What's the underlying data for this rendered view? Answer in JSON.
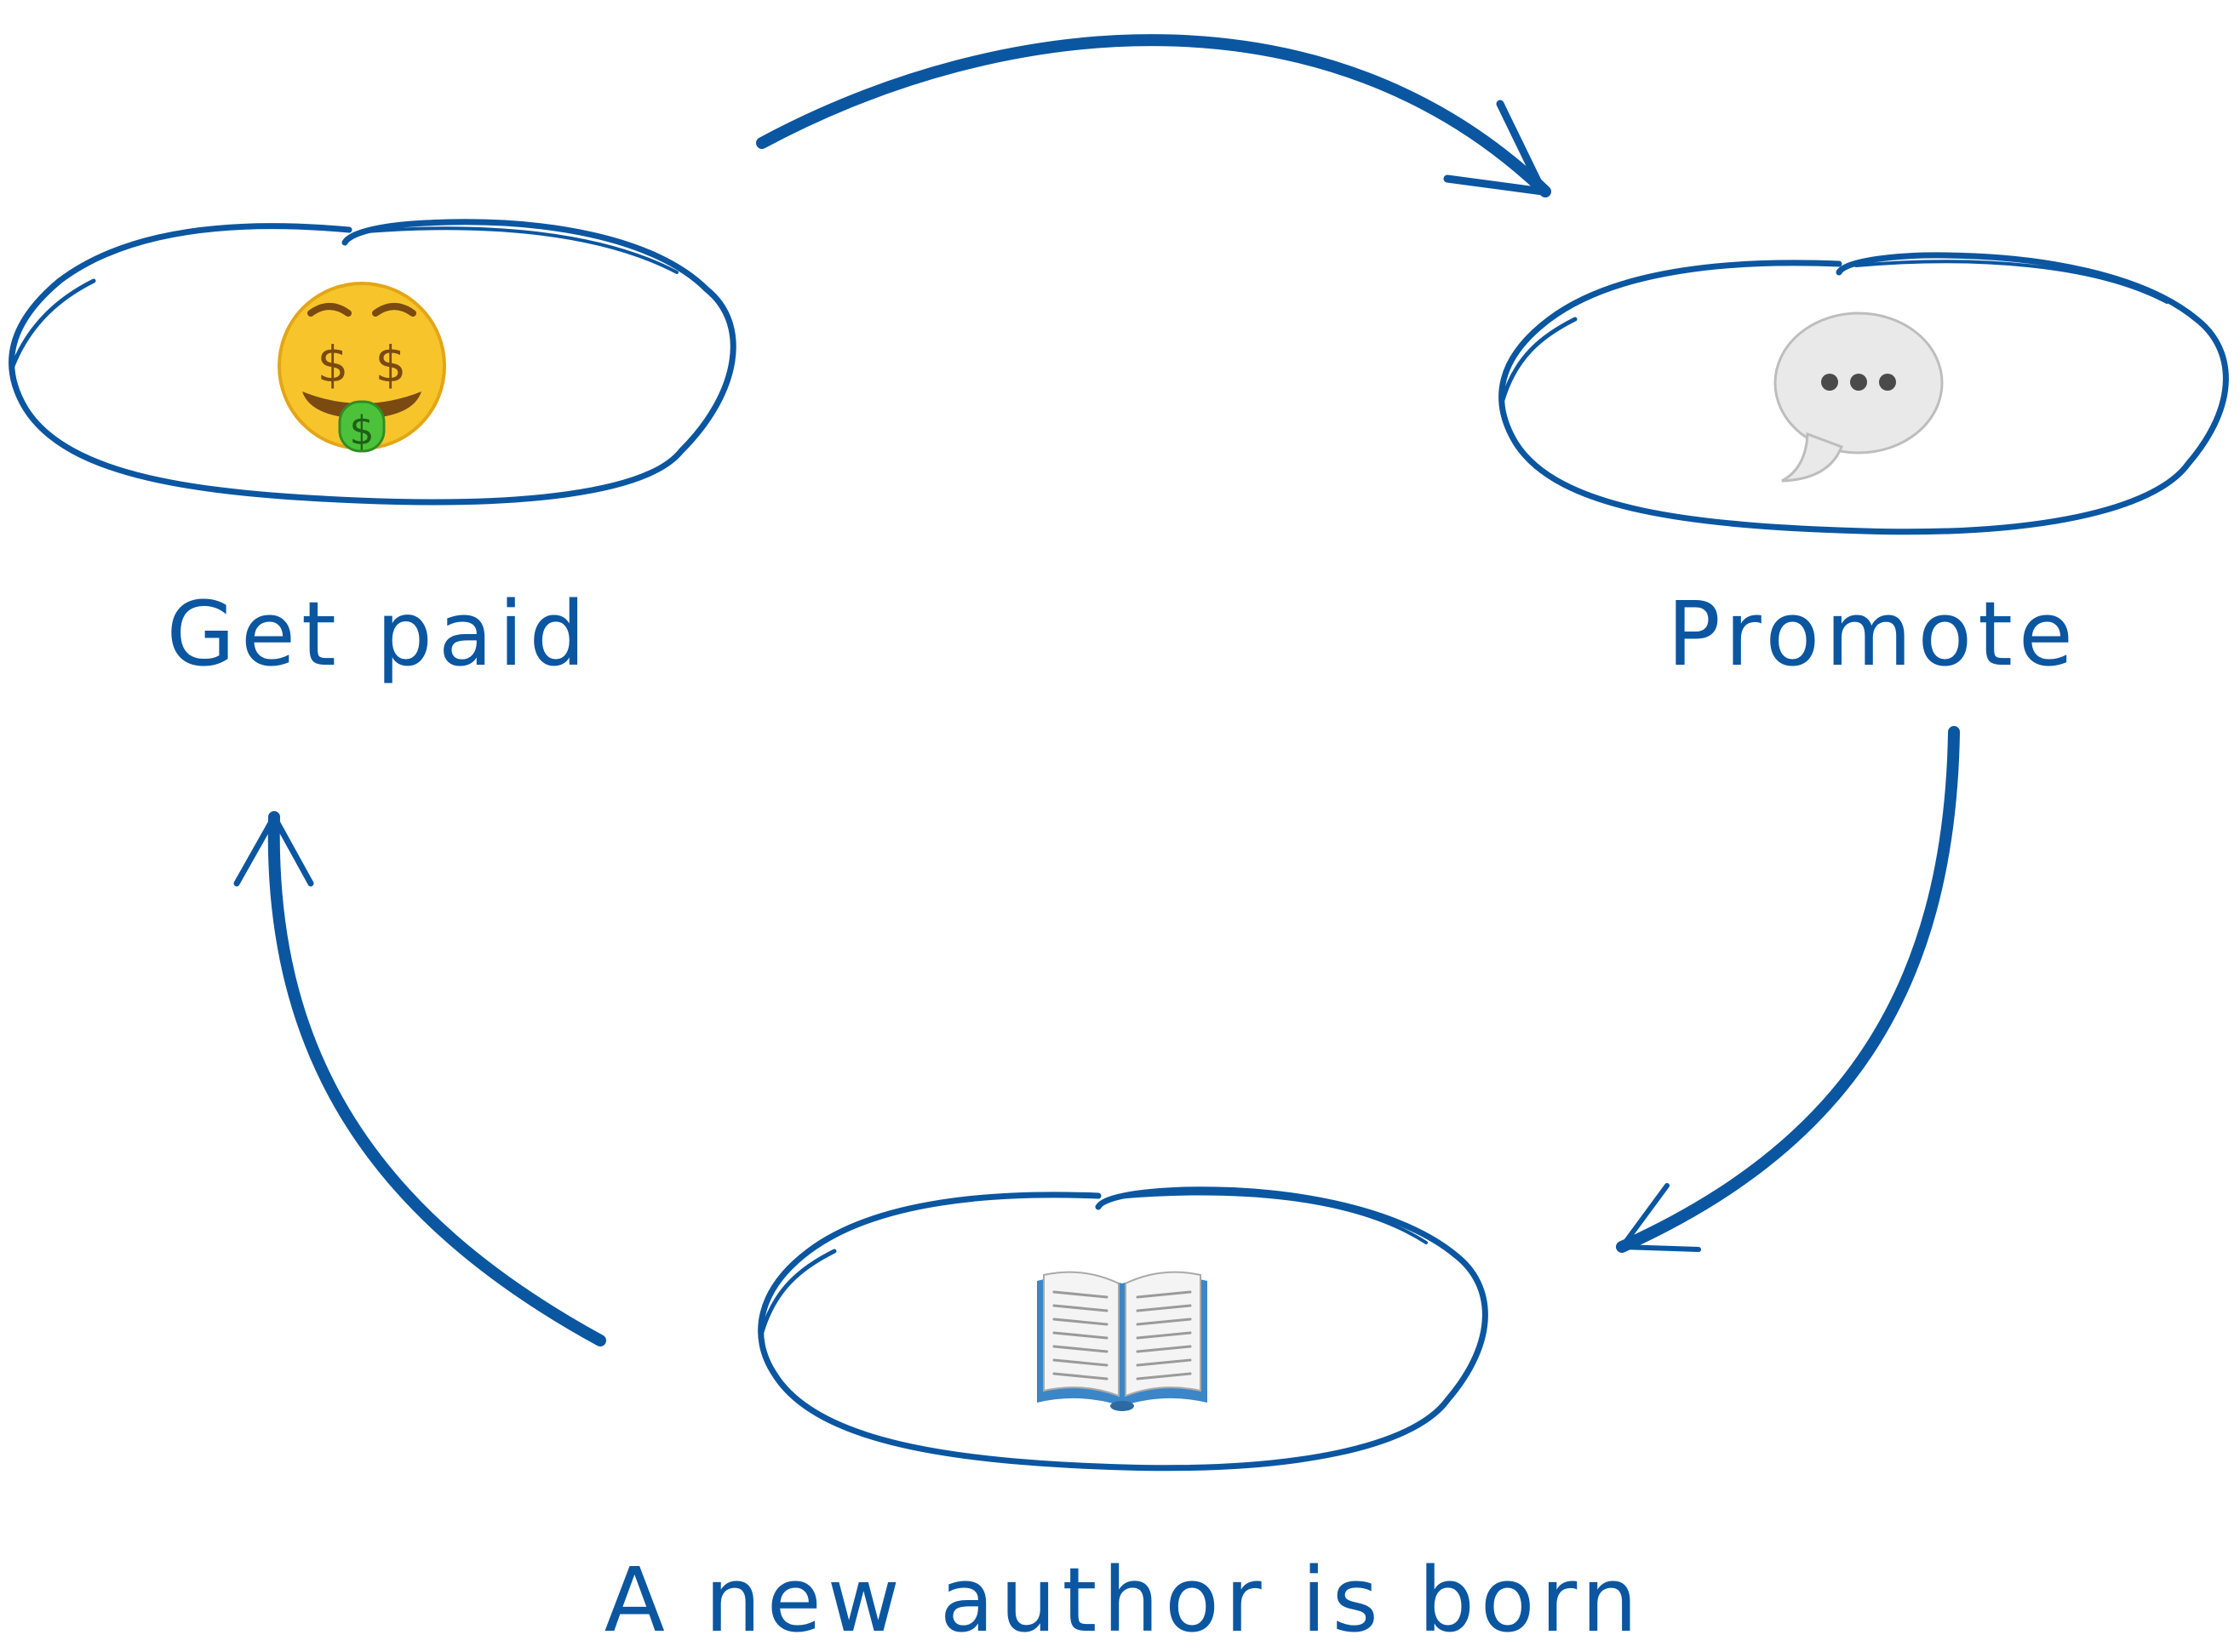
{
  "diagram": {
    "nodes": [
      {
        "id": "get-paid",
        "label": "Get paid",
        "icon": "money-mouth-face-icon"
      },
      {
        "id": "promote",
        "label": "Promote",
        "icon": "speech-bubble-icon"
      },
      {
        "id": "author",
        "label": "A new author is born",
        "icon": "open-book-icon"
      }
    ],
    "edges": [
      {
        "from": "get-paid",
        "to": "promote"
      },
      {
        "from": "promote",
        "to": "author"
      },
      {
        "from": "author",
        "to": "get-paid"
      }
    ]
  },
  "colors": {
    "stroke": "#0b56a1",
    "label": "#0b56a1",
    "emoji_face": "#f7c52b",
    "emoji_tongue": "#4cc23a",
    "bubble": "#e9e9e9",
    "book_cover": "#3a86c8"
  }
}
